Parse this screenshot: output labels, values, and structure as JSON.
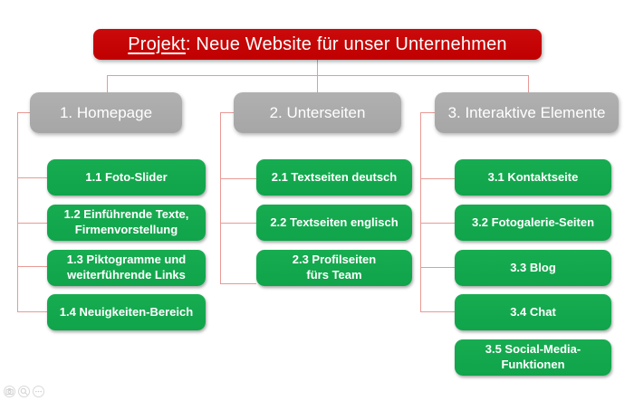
{
  "title": {
    "prefix": "Projekt",
    "suffix": ": Neue Website für unser Unternehmen"
  },
  "branches": [
    {
      "label": "1. Homepage",
      "children": [
        {
          "text": "1.1 Foto-Slider"
        },
        {
          "text": "1.2 Einführende Texte,\nFirmenvorstellung"
        },
        {
          "text": "1.3 Piktogramme und\nweiterführende Links"
        },
        {
          "text": "1.4 Neuigkeiten-Bereich"
        }
      ]
    },
    {
      "label": "2. Unterseiten",
      "children": [
        {
          "text": "2.1 Textseiten deutsch"
        },
        {
          "text": "2.2 Textseiten englisch"
        },
        {
          "text": "2.3 Profilseiten\nfürs Team"
        }
      ]
    },
    {
      "label": "3. Interaktive Elemente",
      "children": [
        {
          "text": "3.1 Kontaktseite"
        },
        {
          "text": "3.2 Fotogalerie-Seiten"
        },
        {
          "text": "3.3 Blog"
        },
        {
          "text": "3.4 Chat"
        },
        {
          "text": "3.5 Social-Media-\nFunktionen"
        }
      ]
    }
  ],
  "colors": {
    "root_red": "#c00000",
    "header_gray": "#a6a6a6",
    "child_green": "#10a44b",
    "connector_pink": "#e89a94"
  },
  "watermark": {
    "icons": [
      "camera",
      "magnifier",
      "ellipsis"
    ]
  }
}
